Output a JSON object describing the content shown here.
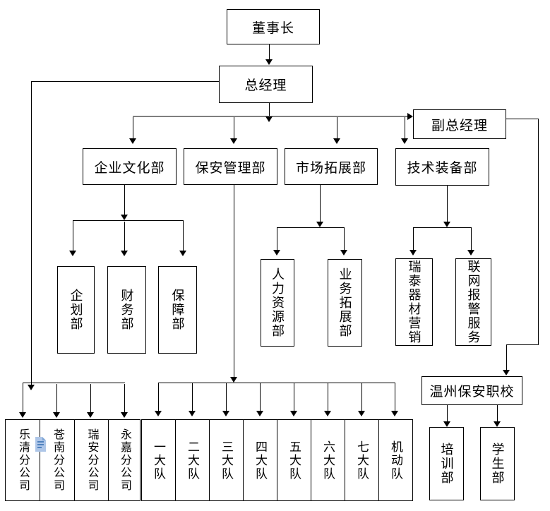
{
  "diagram": {
    "type": "org-chart",
    "background_color": "#ffffff",
    "line_color": "#000000",
    "top_distributor_color": "#7f7f7f",
    "doc_icon_colors": {
      "body": "#aec6e8",
      "lines": "#4f81bd",
      "fold": "#7fa5d4"
    }
  },
  "nodes": {
    "chairman": {
      "label": "董事长"
    },
    "general_manager": {
      "label": "总经理"
    },
    "deputy_general_manager": {
      "label": "副总经理"
    },
    "corporate_culture_dept": {
      "label": "企业文化部"
    },
    "security_management_dept": {
      "label": "保安管理部"
    },
    "market_expansion_dept": {
      "label": "市场拓展部"
    },
    "tech_equipment_dept": {
      "label": "技术装备部"
    },
    "planning_dept": {
      "label": "企划部"
    },
    "finance_dept": {
      "label": "财务部"
    },
    "support_dept": {
      "label": "保障部"
    },
    "hr_dept": {
      "label": "人力资源部"
    },
    "business_expansion_dept": {
      "label": "业务拓展部"
    },
    "ruitai_equipment_marketing": {
      "label": "瑞泰器材营销"
    },
    "network_alarm_service": {
      "label": "联网报警服务"
    },
    "wenzhou_security_school": {
      "label": "温州保安职校"
    },
    "training_dept": {
      "label": "培训部"
    },
    "student_dept": {
      "label": "学生部"
    },
    "yueqing_branch": {
      "label": "乐清分公司"
    },
    "cangnan_branch": {
      "label": "苍南分公司"
    },
    "ruian_branch": {
      "label": "瑞安分公司"
    },
    "yongjia_branch": {
      "label": "永嘉分公司"
    },
    "squad_1": {
      "label": "一大队"
    },
    "squad_2": {
      "label": "二大队"
    },
    "squad_3": {
      "label": "三大队"
    },
    "squad_4": {
      "label": "四大队"
    },
    "squad_5": {
      "label": "五大队"
    },
    "squad_6": {
      "label": "六大队"
    },
    "squad_7": {
      "label": "七大队"
    },
    "mobile_squad": {
      "label": "机动队"
    }
  },
  "hierarchy": {
    "chairman": [
      "general_manager"
    ],
    "general_manager": [
      "deputy_general_manager",
      "corporate_culture_dept",
      "security_management_dept",
      "market_expansion_dept",
      "tech_equipment_dept",
      "yueqing_branch",
      "cangnan_branch",
      "ruian_branch",
      "yongjia_branch"
    ],
    "deputy_general_manager": [
      "wenzhou_security_school"
    ],
    "corporate_culture_dept": [
      "planning_dept",
      "finance_dept",
      "support_dept"
    ],
    "market_expansion_dept": [
      "hr_dept",
      "business_expansion_dept"
    ],
    "tech_equipment_dept": [
      "ruitai_equipment_marketing",
      "network_alarm_service"
    ],
    "security_management_dept": [
      "squad_1",
      "squad_2",
      "squad_3",
      "squad_4",
      "squad_5",
      "squad_6",
      "squad_7",
      "mobile_squad"
    ],
    "wenzhou_security_school": [
      "training_dept",
      "student_dept"
    ]
  }
}
